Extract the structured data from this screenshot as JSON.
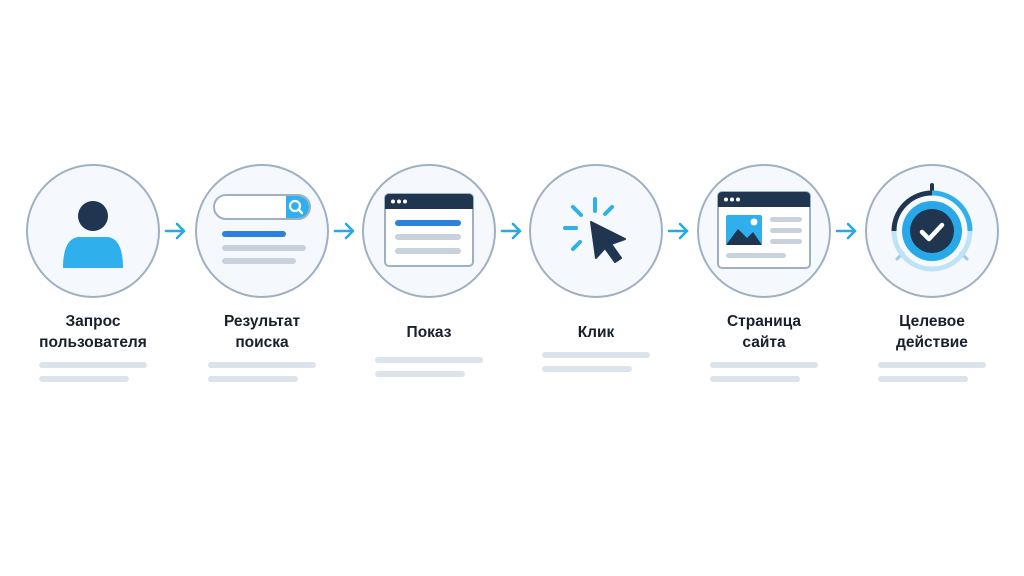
{
  "diagram": {
    "steps": [
      {
        "label": "Запрос\nпользователя",
        "icon": "user-icon"
      },
      {
        "label": "Результат\nпоиска",
        "icon": "search-results-icon"
      },
      {
        "label": "Показ",
        "icon": "browser-window-icon"
      },
      {
        "label": "Клик",
        "icon": "cursor-click-icon"
      },
      {
        "label": "Страница\nсайта",
        "icon": "website-page-icon"
      },
      {
        "label": "Целевое\nдействие",
        "icon": "target-check-icon"
      }
    ],
    "colors": {
      "accent": "#29a8e8",
      "dark": "#1f3550",
      "bar_blue": "#2d7fe0",
      "bar_gray": "#c9d2dc",
      "circle_border": "#9fb0c3",
      "circle_fill": "#f5f9fd",
      "placeholder_line": "#dde3ea"
    }
  }
}
